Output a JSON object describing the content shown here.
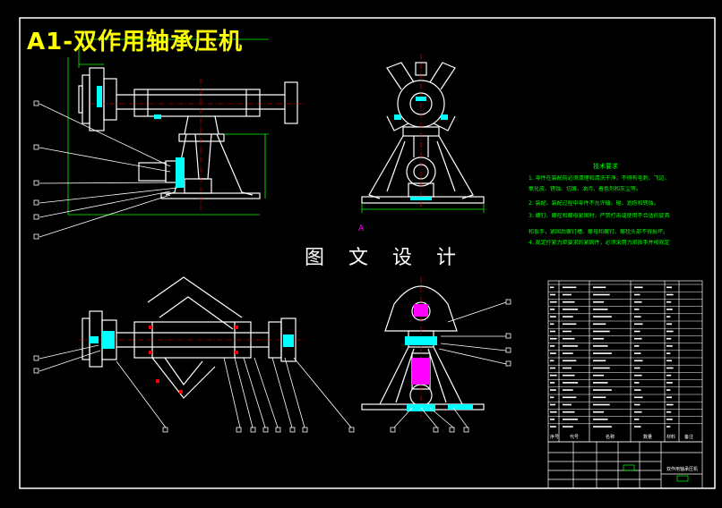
{
  "drawing": {
    "title": "A1-双作用轴承压机",
    "watermark": "图 文 设 计",
    "tech_requirements": {
      "title": "技术要求",
      "lines": [
        "1. 零件在装配前必须清理和清洗干净，不得有毛刺、飞边、",
        "氧化皮、锈蚀、切屑、油污、着色剂和灰尘等。",
        "2. 装配、装配过程中零件不允许磕、碰、划伤和锈蚀。",
        "3. 螺钉、螺栓和螺母紧固时，严禁打击或使用不合适的旋具",
        "和扳手，紧固后螺钉槽、螺母和螺钉、螺栓头部不得损坏。",
        "4. 规定拧紧力矩要求的紧固件，必须采用力矩扳手并按规定"
      ]
    },
    "title_block": {
      "drawing_name": "双作用轴承压机",
      "header_labels": [
        "序号",
        "代号",
        "名称",
        "数量",
        "材料",
        "备注"
      ]
    },
    "colors": {
      "background": "#000000",
      "outline": "#ffffff",
      "dimension": "#00ff00",
      "section": "#00ffff",
      "center_mark": "#ff0000",
      "highlight": "#ff00ff",
      "title": "#ffff00"
    }
  }
}
